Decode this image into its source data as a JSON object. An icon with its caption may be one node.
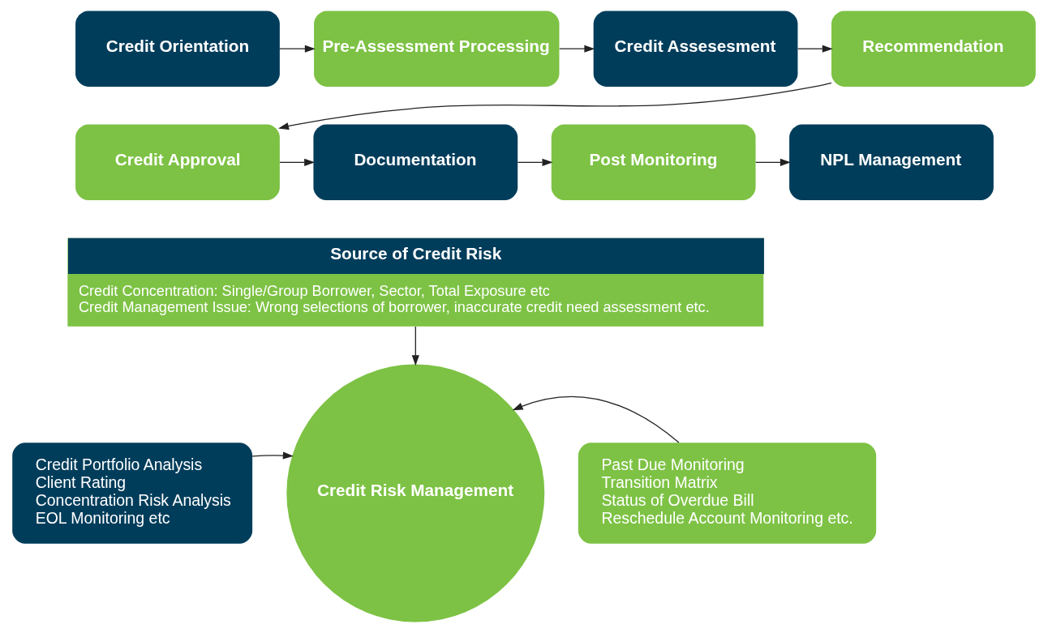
{
  "diagram": {
    "nodes": [
      {
        "text": [
          "Credit Orientation"
        ]
      },
      {
        "text": [
          "Pre-Assessment Processing"
        ]
      },
      {
        "text": [
          "Credit Assesesment"
        ]
      },
      {
        "text": [
          "Recommendation"
        ]
      },
      {
        "text": [
          "Credit Approval"
        ]
      },
      {
        "text": [
          "Documentation"
        ]
      },
      {
        "text": [
          "Post Monitoring"
        ]
      },
      {
        "text": [
          "NPL Management"
        ]
      },
      {
        "text": [
          "Source of Credit Risk",
          "Credit Concentration: Single/Group Borrower, Sector, Total Exposure etc",
          "Credit Management Issue: Wrong selections of borrower, inaccurate credit need assessment etc."
        ]
      },
      {
        "text": [
          "Credit Portfolio Analysis",
          "Client Rating",
          "Concentration Risk Analysis",
          "EOL Monitoring etc"
        ]
      },
      {
        "text": [
          "Credit Risk Management"
        ]
      },
      {
        "text": [
          "Past Due Monitoring",
          "Transition Matrix",
          "Status of Overdue Bill",
          "Reschedule Account Monitoring etc."
        ]
      }
    ],
    "edges": [
      {
        "from": 0,
        "to": 1,
        "arrow": "to"
      },
      {
        "from": 1,
        "to": 2,
        "arrow": "to"
      },
      {
        "from": 2,
        "to": 3,
        "arrow": "to"
      },
      {
        "from": 3,
        "to": 4,
        "arrow": "to"
      },
      {
        "from": 4,
        "to": 5,
        "arrow": "to"
      },
      {
        "from": 5,
        "to": 6,
        "arrow": "to"
      },
      {
        "from": 6,
        "to": 7,
        "arrow": "to"
      },
      {
        "from": 8,
        "to": 10,
        "arrow": "to"
      },
      {
        "from": 9,
        "to": 10,
        "arrow": "to"
      },
      {
        "from": 11,
        "to": 10,
        "arrow": "to"
      }
    ]
  }
}
